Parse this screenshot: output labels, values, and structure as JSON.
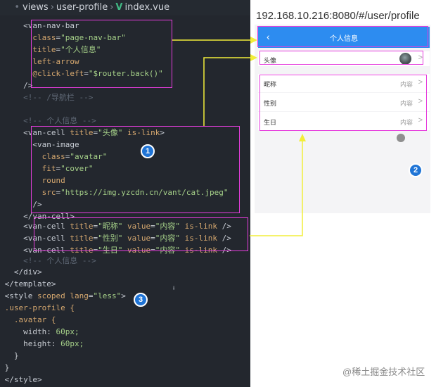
{
  "breadcrumb": {
    "lead": "•",
    "items": [
      "views",
      "user-profile",
      "index.vue"
    ],
    "vue_icon": "vue-icon"
  },
  "code": {
    "l1": "<van-nav-bar",
    "l2_attr": "class",
    "l2_val": "\"page-nav-bar\"",
    "l3_attr": "title",
    "l3_val": "\"个人信息\"",
    "l4": "left-arrow",
    "l5_attr": "@click-left",
    "l5_val": "\"$router.back()\"",
    "l6": "/>",
    "l7": "<!-- /导航栏 -->",
    "l8": "<!-- 个人信息 -->",
    "l9_tag": "<van-cell",
    "l9_attr1": "title",
    "l9_val1": "\"头像\"",
    "l9_attr2": "is-link",
    "l9_end": ">",
    "l10": "<van-image",
    "l11_attr": "class",
    "l11_val": "\"avatar\"",
    "l12_attr": "fit",
    "l12_val": "\"cover\"",
    "l13": "round",
    "l14_attr": "src",
    "l14_val": "\"https://img.yzcdn.cn/vant/cat.jpeg\"",
    "l15": "/>",
    "l16": "</van-cell>",
    "l17_tag": "<van-cell",
    "l17_attr1": "title",
    "l17_val1": "\"昵称\"",
    "l17_attr2": "value",
    "l17_val2": "\"内容\"",
    "l17_attr3": "is-link",
    "l17_end": "/>",
    "l18_tag": "<van-cell",
    "l18_attr1": "title",
    "l18_val1": "\"性别\"",
    "l18_attr2": "value",
    "l18_val2": "\"内容\"",
    "l18_attr3": "is-link",
    "l18_end": "/>",
    "l19_tag": "<van-cell",
    "l19_attr1": "title",
    "l19_val1": "\"生日\"",
    "l19_attr2": "value",
    "l19_val2": "\"内容\"",
    "l19_attr3": "is-link",
    "l19_end": "/>",
    "l20": "<!-- 个人信息 -->",
    "l21": "</div>",
    "l22": "</template>",
    "l23_tag": "<style",
    "l23_attr1": "scoped",
    "l23_attr2": "lang",
    "l23_val": "\"less\"",
    "l23_end": ">",
    "l24": ".user-profile {",
    "l25": ".avatar {",
    "l26_prop": "width:",
    "l26_val": "60px;",
    "l27_prop": "height:",
    "l27_val": "60px;",
    "l28": "}",
    "l29": "}",
    "l30": "</style>"
  },
  "badges": {
    "one": "1",
    "two": "2",
    "three": "3"
  },
  "preview": {
    "url": "192.168.10.216:8080/#/user/profile",
    "navbar_title": "个人信息",
    "back_icon": "chevron-left-icon",
    "avatar_cell": {
      "label": "头像"
    },
    "cells": [
      {
        "label": "昵称",
        "value": "内容"
      },
      {
        "label": "性别",
        "value": "内容"
      },
      {
        "label": "生日",
        "value": "内容"
      }
    ],
    "arrow_glyph": ">"
  },
  "watermark": "@稀土掘金技术社区",
  "colors": {
    "highlight": "#e63ddd",
    "arrow": "#f2ee3a",
    "navbar": "#2d8cf0",
    "badge": "#1f74d6",
    "editor_bg": "#23272e"
  }
}
